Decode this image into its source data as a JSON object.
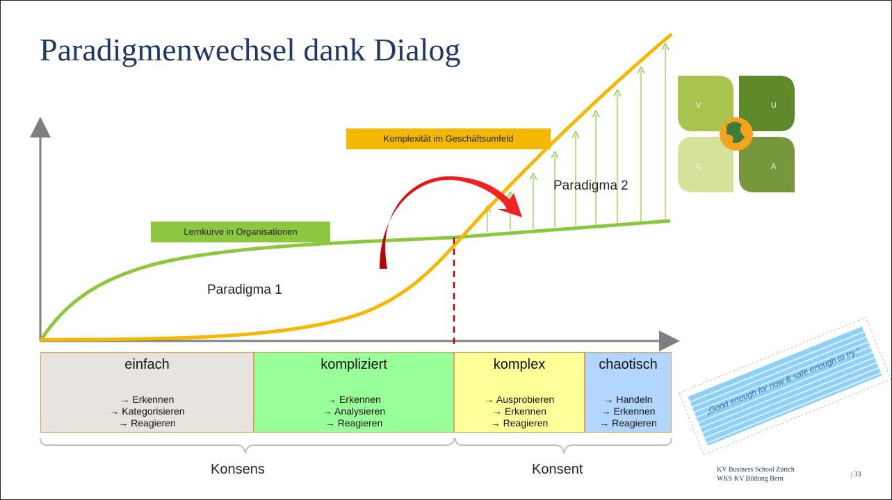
{
  "slide": {
    "title": "Paradigmenwechsel dank Dialog"
  },
  "diagram": {
    "complexity_label": "Komplexität im Geschäftsumfeld",
    "learning_label": "Lernkurve in Organisationen",
    "paradigm1": "Paradigma 1",
    "paradigm2": "Paradigma 2"
  },
  "zones": [
    {
      "name": "einfach",
      "steps": [
        "→ Erkennen",
        "→ Kategorisieren",
        "→ Reagieren"
      ],
      "color": "#e7e3df"
    },
    {
      "name": "kompliziert",
      "steps": [
        "→ Erkennen",
        "→ Analysieren",
        "→ Reagieren"
      ],
      "color": "#99ff99"
    },
    {
      "name": "komplex",
      "steps": [
        "→ Ausprobieren",
        "→ Erkennen",
        "→ Reagieren"
      ],
      "color": "#ffff99"
    },
    {
      "name": "chaotisch",
      "steps": [
        "→ Handeln",
        "→ Erkennen",
        "→ Reagieren"
      ],
      "color": "#b3d6ff"
    }
  ],
  "groups": {
    "left": "Konsens",
    "right": "Konsent"
  },
  "vuca": {
    "letters": [
      "V",
      "U",
      "C",
      "A"
    ]
  },
  "note_card": {
    "text": "„Good enough for now & safe enough to try.“"
  },
  "footer": {
    "line1": "KV Business School Zürich",
    "line2": "WKS KV Bildung Bern",
    "page": "| 33"
  },
  "colors": {
    "title": "#1f3864",
    "complexity": "#f5b800",
    "learning": "#8dc63f",
    "arrow": "#e00000"
  }
}
